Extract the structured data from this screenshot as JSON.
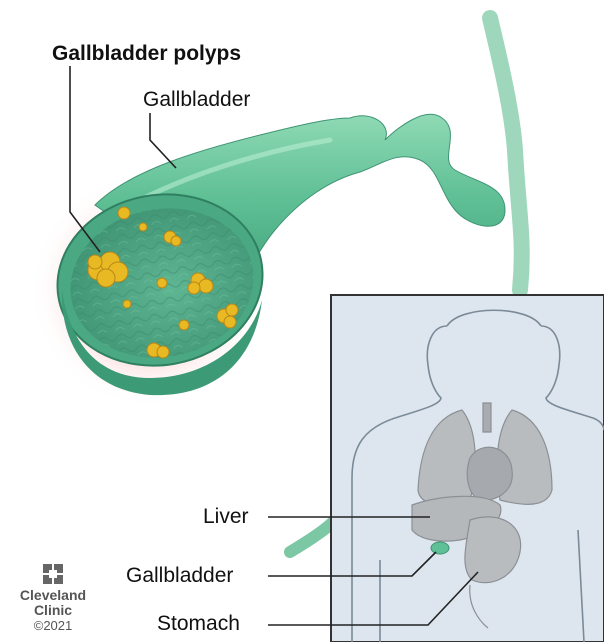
{
  "labels": {
    "polyps": "Gallbladder polyps",
    "gallbladder": "Gallbladder",
    "liver": "Liver",
    "gallbladder_inset": "Gallbladder",
    "stomach": "Stomach"
  },
  "logo": {
    "line1": "Cleveland",
    "line2": "Clinic",
    "line3": "©2021"
  },
  "colors": {
    "gallbladder_green": "#5fbf95",
    "polyp_yellow": "#e8b923",
    "glow_red": "#f06a6a",
    "inset_background": "#dde6ef",
    "organ_gray": "#b9bcbf"
  }
}
